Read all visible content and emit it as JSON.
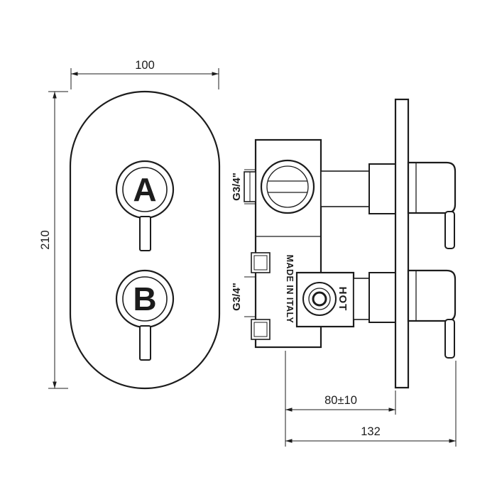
{
  "front_view": {
    "width_dim": "100",
    "height_dim": "210",
    "knob_a": "A",
    "knob_b": "B"
  },
  "side_view": {
    "thread_top": "G3/4\"",
    "thread_bottom": "G3/4\"",
    "made_in": "MADE IN ITALY",
    "hot": "HOT",
    "depth_dim": "80±10",
    "total_depth": "132"
  },
  "colors": {
    "line": "#1c1c1c",
    "background": "#ffffff"
  }
}
